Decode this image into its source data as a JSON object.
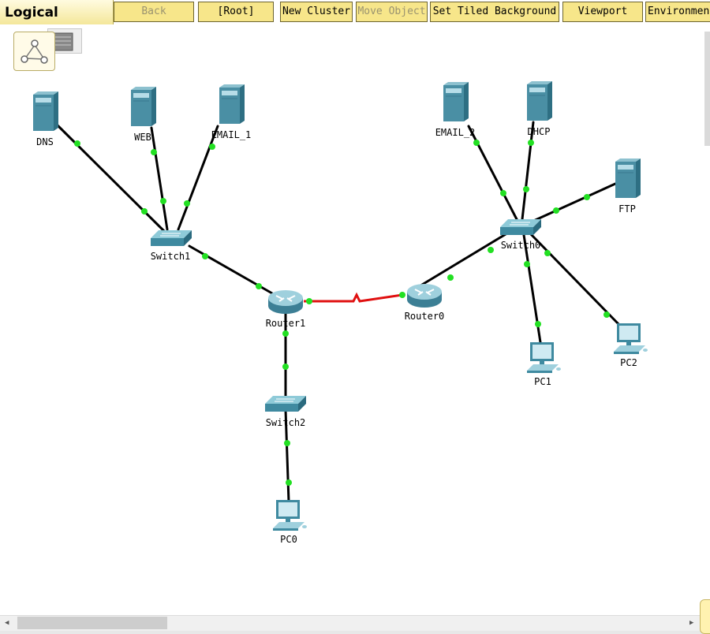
{
  "toolbar": {
    "logical_tab": "Logical",
    "back": "Back",
    "root": "[Root]",
    "new_cluster": "New Cluster",
    "move_object": "Move Object",
    "set_tiled_background": "Set Tiled Background",
    "viewport": "Viewport",
    "environment": "Environment"
  },
  "devices": {
    "dns": "DNS",
    "web": "WEB",
    "email_1": "EMAIL_1",
    "email_2": "EMAIL_2",
    "dhcp": "DHCP",
    "ftp": "FTP",
    "switch1": "Switch1",
    "switch0": "Switch0",
    "switch2": "Switch2",
    "router1": "Router1",
    "router0": "Router0",
    "pc0": "PC0",
    "pc1": "PC1",
    "pc2": "PC2"
  },
  "colors": {
    "cable": "#000000",
    "serial_link": "#e01010",
    "link_light": "#22e022",
    "toolbar_button": "#f7e68a"
  }
}
